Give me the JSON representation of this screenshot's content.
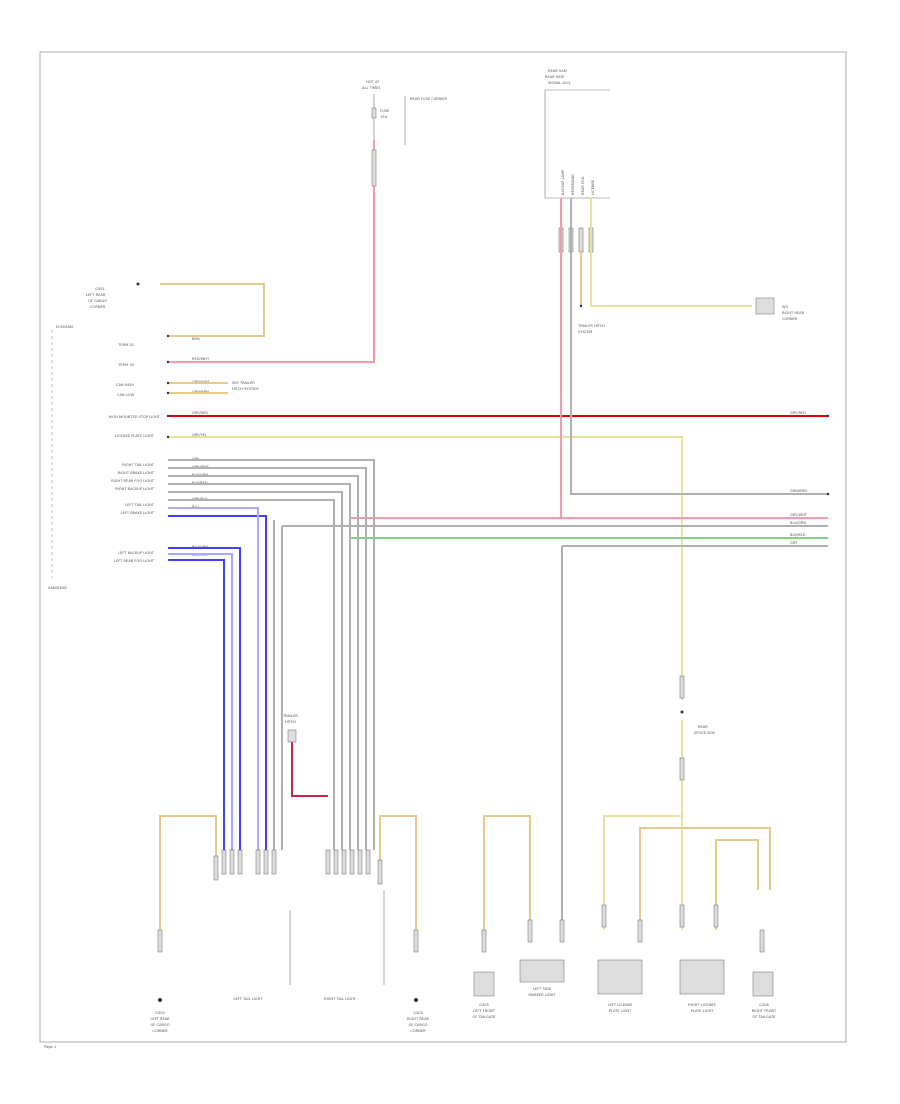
{
  "ignition": {
    "label_1": "HOT AT",
    "label_2": "ALL TIMES",
    "fuse_label": "FUSE",
    "fuse_rating": "15A",
    "fuse_box": "REAR FUSE CARRIER"
  },
  "module": {
    "label": "REAR SAM",
    "top_label_1": "REAR SIDE",
    "top_label_2": "SIGNAL ACQ.",
    "pins": [
      "BACKUP LAMP",
      "REVERSING",
      "REAR FOG",
      "LICENSE"
    ]
  },
  "ground_top_left": {
    "label_1": "G301",
    "label_2": "LEFT REAR",
    "label_3": "OF CARGO",
    "label_4": "CORNER"
  },
  "ground_top_right": {
    "label": "W3",
    "label_2": "RIGHT REAR",
    "label_3": "CORNER"
  },
  "conn_label": {
    "label_1": "TRAILER HITCH",
    "label_2": "SYSTEM"
  },
  "controller": {
    "title": "ECM/SAM",
    "inputs": [
      {
        "name": "TERM 31",
        "wire": "BRN"
      },
      {
        "name": "TERM 30",
        "wire": "RED/WHT"
      },
      {
        "name": "CAN HIGH",
        "wire": "GRN/WHT"
      },
      {
        "name": "CAN LOW",
        "wire": "GRN/BRN"
      },
      {
        "name": "HIGH MOUNTED STOP LIGHT",
        "wire": "GRY/RED"
      },
      {
        "name": "LICENSE PLATE LIGHT",
        "wire": "GRY/YEL"
      },
      {
        "name": "RIGHT TAIL LIGHT",
        "wire": "GRY"
      },
      {
        "name": "RIGHT BRAKE LIGHT",
        "wire": "GRY/WHT"
      },
      {
        "name": "RIGHT REAR FOG LIGHT",
        "wire": "BLK/GRN"
      },
      {
        "name": "RIGHT BACKUP LIGHT",
        "wire": "BLK/RED"
      },
      {
        "name": "LEFT TAIL LIGHT",
        "wire": "GRY/BLU"
      },
      {
        "name": "LEFT BRAKE LIGHT",
        "wire": "BLU"
      },
      {
        "name": "LEFT BACKUP LIGHT",
        "wire": "BLU/GRN"
      },
      {
        "name": "LEFT REAR FOG LIGHT",
        "wire": "BLU/RED"
      }
    ],
    "side_note_1": "SEE TRAILER",
    "side_note_2": "HITCH SYSTEM",
    "footer": "SAM/REAR"
  },
  "right_wires": [
    {
      "label": "GRY/RED"
    },
    {
      "label": "GRN/BRN"
    },
    {
      "label": "GRY/WHT"
    },
    {
      "label": "BLK/GRN"
    },
    {
      "label": "BLK/RED"
    },
    {
      "label": "GRY"
    }
  ],
  "splice": {
    "label_1": "REAR",
    "label_2": "SPLICE BOX"
  },
  "trailer_box": {
    "label_1": "TRAILER",
    "label_2": "HITCH"
  },
  "components": [
    {
      "name": "G302",
      "desc_1": "LEFT REAR",
      "desc_2": "OF CARGO",
      "desc_3": "CORNER"
    },
    {
      "name": "LEFT TAIL LIGHT"
    },
    {
      "name": "RIGHT TAIL LIGHT"
    },
    {
      "name": "G303",
      "desc_1": "RIGHT REAR",
      "desc_2": "OF CARGO",
      "desc_3": "CORNER"
    },
    {
      "name": "G305",
      "desc_1": "LEFT FRONT",
      "desc_2": "OF TAILGATE"
    },
    {
      "name": "LEFT SIDE",
      "desc_1": "MARKER LIGHT"
    },
    {
      "name": "LEFT LICENSE",
      "desc_1": "PLATE LIGHT"
    },
    {
      "name": "RIGHT LICENSE",
      "desc_1": "PLATE LIGHT"
    },
    {
      "name": "G306",
      "desc_1": "RIGHT FRONT",
      "desc_2": "OF TAILGATE"
    }
  ],
  "page_ref": "Page 1",
  "colors": {
    "red": "#e60000",
    "pink": "#f59aa8",
    "yellow": "#e8e2a0",
    "tan": "#e8c98a",
    "blue": "#4040ff",
    "lightblue": "#aaaaff",
    "green": "#88cc88",
    "gray": "#b0b0b0",
    "black": "#444444",
    "dark_red": "#cc2244"
  }
}
